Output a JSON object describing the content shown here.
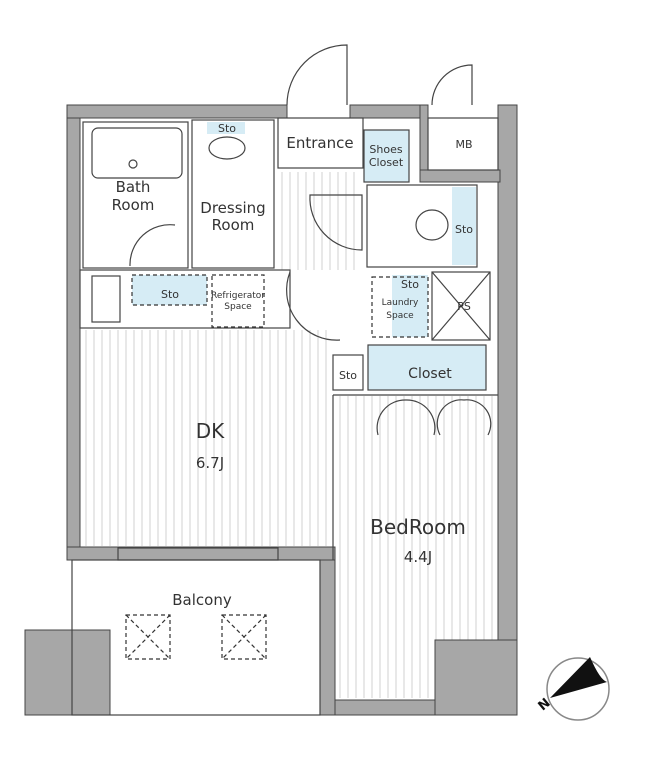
{
  "rooms": {
    "bath": "Bath",
    "bath2": "Room",
    "dressing": "Dressing",
    "dressing2": "Room",
    "entrance": "Entrance",
    "shoes": "Shoes",
    "shoes2": "Closet",
    "mb": "MB",
    "sto": "Sto",
    "refrigerator": "Refrigerator",
    "refrigerator2": "Space",
    "laundry": "Laundry",
    "laundry2": "Space",
    "ps": "PS",
    "closet": "Closet",
    "dk": "DK",
    "dk_size": "6.7J",
    "bedroom": "BedRoom",
    "bedroom_size": "4.4J",
    "balcony": "Balcony"
  },
  "compass": {
    "label": "N"
  },
  "colors": {
    "wall": "#a7a7a7",
    "storage": "#d6ecf5",
    "line": "#444444"
  }
}
